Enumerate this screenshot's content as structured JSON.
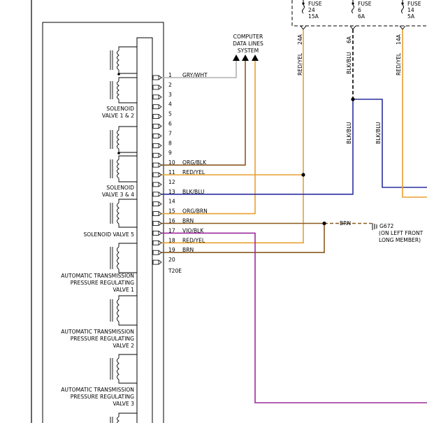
{
  "colors": {
    "gry_wht": "#b0b0b0",
    "brown": "#8a5a1e",
    "orange": "#e7a02f",
    "blue": "#2b2e9e",
    "violet": "#9c2a9c",
    "black": "#000000"
  },
  "header": {
    "computer_data_lines": [
      "COMPUTER",
      "DATA LINES",
      "SYSTEM"
    ]
  },
  "fuses": [
    {
      "label": "FUSE",
      "number": "24",
      "rating": "15A"
    },
    {
      "label": "FUSE",
      "number": "6",
      "rating": "6A"
    },
    {
      "label": "FUSE",
      "number": "14",
      "rating": "5A"
    }
  ],
  "vertical_wires": {
    "w24": "24A",
    "w24_color": "RED/YEL",
    "w6": "6A",
    "w6_color": "BLK/BLU",
    "w14": "14A",
    "w14_color": "RED/YEL",
    "blk_blu_a": "BLK/BLU",
    "blk_blu_b": "BLK/BLU"
  },
  "components": {
    "solenoid_12": [
      "SOLENOID",
      "VALVE 1 & 2"
    ],
    "solenoid_34": [
      "SOLENOID",
      "VALVE 3 & 4"
    ],
    "solenoid_5": "SOLENOID VALVE 5",
    "atprv1": [
      "AUTOMATIC TRANSMISSION",
      "PRESSURE REGULATING",
      "VALVE 1"
    ],
    "atprv2": [
      "AUTOMATIC TRANSMISSION",
      "PRESSURE REGULATING",
      "VALVE 2"
    ],
    "atprv3": [
      "AUTOMATIC TRANSMISSION",
      "PRESSURE REGULATING",
      "VALVE 3"
    ]
  },
  "connector": {
    "name": "T20E",
    "pins": [
      "1",
      "2",
      "3",
      "4",
      "5",
      "6",
      "7",
      "8",
      "9",
      "10",
      "11",
      "12",
      "13",
      "14",
      "15",
      "16",
      "17",
      "18",
      "19",
      "20"
    ],
    "wire_labels": {
      "1": "GRY/WHT",
      "10": "ORG/BLK",
      "11": "RED/YEL",
      "13": "BLK/BLU",
      "15": "ORG/BRN",
      "16": "BRN",
      "17": "VIO/BLK",
      "18": "RED/YEL",
      "19": "BRN"
    }
  },
  "ground": {
    "wire": "BRN",
    "id": "G672",
    "location": [
      "(ON LEFT FRONT",
      "LONG MEMBER)"
    ]
  }
}
